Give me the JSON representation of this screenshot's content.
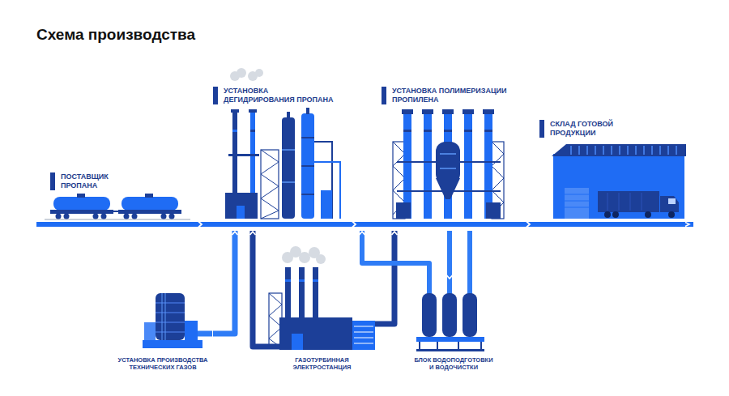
{
  "diagram": {
    "title": "Схема производства",
    "nodes": [
      {
        "text": [
          "ПОСТАВЩИК ПРОПАНА"
        ]
      },
      {
        "text": [
          "УСТАНОВКА ДЕГИДРИРОВАНИЯ ПРОПАНА"
        ]
      },
      {
        "text": [
          "УСТАНОВКА ПОЛИМЕРИЗАЦИИ ПРОПИЛЕНА"
        ]
      },
      {
        "text": [
          "СКЛАД ГОТОВОЙ ПРОДУКЦИИ"
        ]
      },
      {
        "text": [
          "УСТАНОВКА ПРОИЗВОДСТВА ТЕХНИЧЕСКИХ ГАЗОВ"
        ]
      },
      {
        "text": [
          "ГАЗОТУРБИННАЯ ЭЛЕКТРОСТАНЦИЯ"
        ]
      },
      {
        "text": [
          "БЛОК ВОДОПОДГОТОВКИ И ВОДОЧИСТКИ"
        ]
      }
    ],
    "edges": [
      {
        "from": 0,
        "to": 1,
        "arrow": "to"
      },
      {
        "from": 1,
        "to": 2,
        "arrow": "to"
      },
      {
        "from": 2,
        "to": 3,
        "arrow": "to"
      },
      {
        "from": 4,
        "to": 1,
        "arrow": "to"
      },
      {
        "from": 5,
        "to": 1,
        "arrow": "to"
      },
      {
        "from": 5,
        "to": 2,
        "arrow": "to"
      },
      {
        "from": 6,
        "to": 2,
        "arrow": "to"
      },
      {
        "from": 2,
        "to": 6,
        "arrow": "to"
      },
      {
        "from": 6,
        "to": 2,
        "arrow": "none"
      }
    ]
  }
}
